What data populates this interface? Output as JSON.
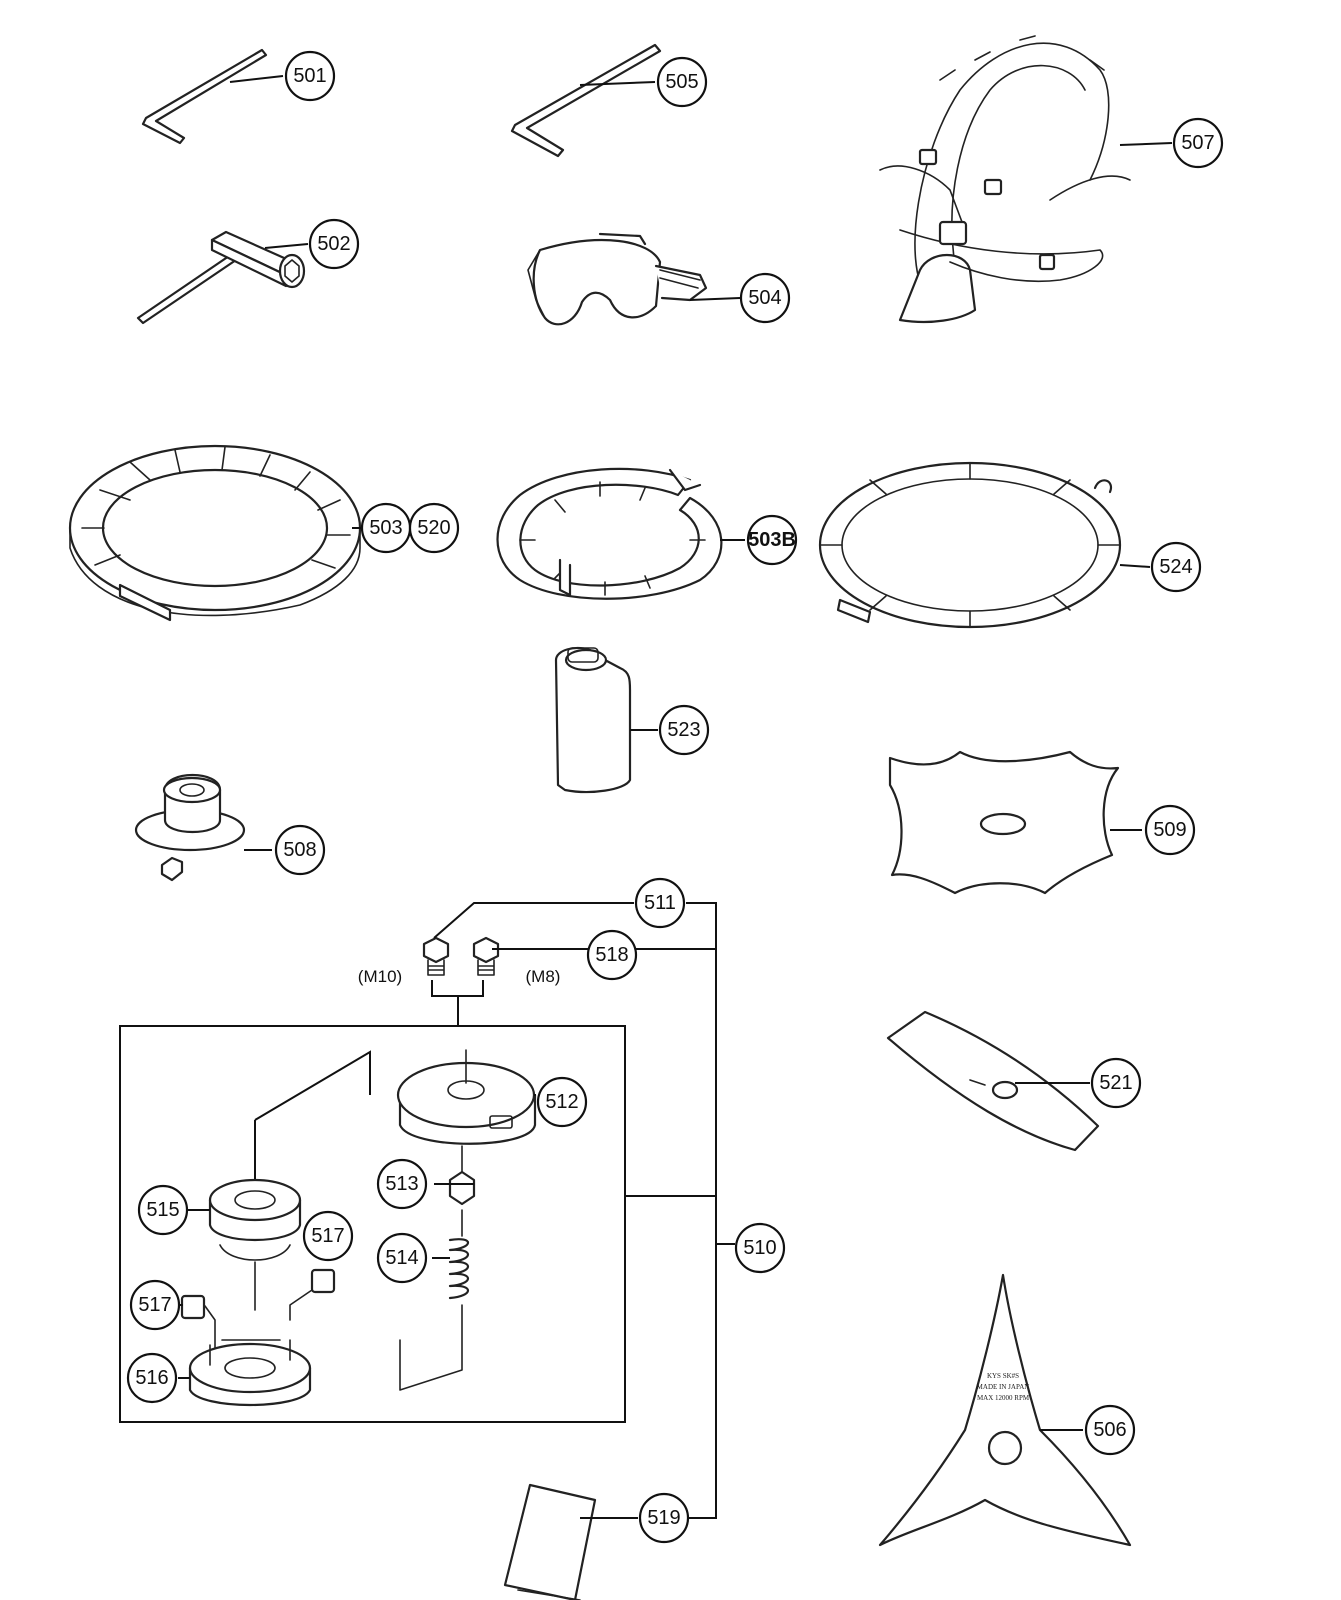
{
  "callouts": {
    "c501": "501",
    "c502": "502",
    "c503": "503",
    "c503b": "503B",
    "c504": "504",
    "c505": "505",
    "c506": "506",
    "c507": "507",
    "c508": "508",
    "c509": "509",
    "c510": "510",
    "c511": "511",
    "c512": "512",
    "c513": "513",
    "c514": "514",
    "c515": "515",
    "c516": "516",
    "c517a": "517",
    "c517b": "517",
    "c518": "518",
    "c519": "519",
    "c520": "520",
    "c521": "521",
    "c523": "523",
    "c524": "524"
  },
  "labels": {
    "m10": "(M10)",
    "m8": "(M8)"
  },
  "blade_text": {
    "line1": "KYS    SK#S",
    "line2": "MADE IN JAPAN",
    "line3": "MAX 12000 RPM"
  }
}
